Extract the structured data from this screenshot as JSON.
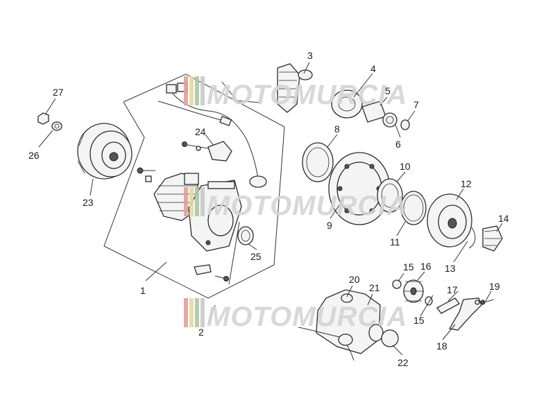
{
  "watermark": {
    "text": "MOTOMURCIA",
    "colors": [
      "#e0a0a0",
      "#e6d9a0",
      "#a9c9a3",
      "#c9c9c9"
    ]
  },
  "callouts": [
    "1",
    "2",
    "3",
    "4",
    "5",
    "6",
    "7",
    "8",
    "9",
    "10",
    "11",
    "12",
    "13",
    "14",
    "15",
    "15",
    "16",
    "17",
    "18",
    "19",
    "20",
    "21",
    "22",
    "23",
    "24",
    "25",
    "26",
    "27"
  ]
}
